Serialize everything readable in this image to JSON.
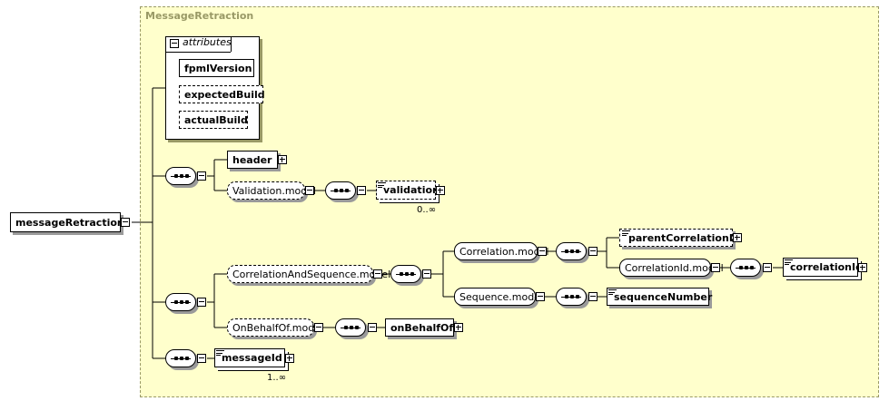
{
  "diagram": {
    "type_name": "MessageRetraction",
    "root": {
      "label": "messageRetraction"
    },
    "attributes": {
      "label": "attributes",
      "items": [
        "fpmlVersion",
        "expectedBuild",
        "actualBuild"
      ]
    },
    "elements": {
      "header": "header",
      "validation_model": "Validation.model",
      "validation": "validation",
      "validation_card": "0..∞",
      "correlation_and_sequence_model": "CorrelationAndSequence.model",
      "correlation_model": "Correlation.model",
      "parent_correlation_id": "parentCorrelationId",
      "correlation_id_model": "CorrelationId.model",
      "correlation_id": "correlationId",
      "sequence_model": "Sequence.model",
      "sequence_number": "sequenceNumber",
      "on_behalf_of_model": "OnBehalfOf.model",
      "on_behalf_of": "onBehalfOf",
      "message_id": "messageId",
      "message_id_card": "1..∞"
    },
    "colors": {
      "type_background": "#ffffcc",
      "type_border": "#999966",
      "shadow": "#9a9a9a",
      "line": "#000000"
    }
  }
}
